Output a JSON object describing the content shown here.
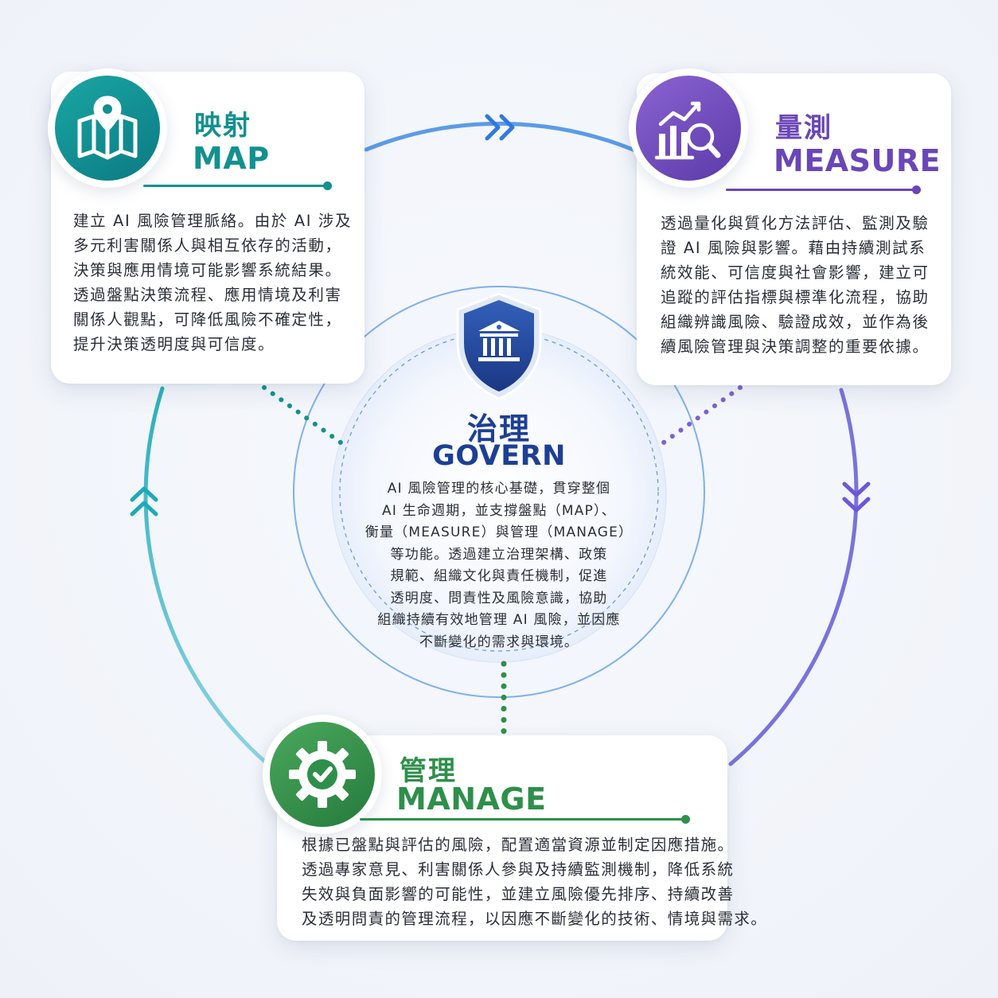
{
  "colors": {
    "map": "#12918f",
    "measure": "#6a46b8",
    "manage": "#2e8f4a",
    "govern": "#1d3f94",
    "ring_blue": "#4a8fe0"
  },
  "map": {
    "title_zh": "映射",
    "title_en": "MAP",
    "icon": "map-pin-icon",
    "lines": [
      "建立 AI 風險管理脈絡。由於 AI 涉及",
      "多元利害關係人與相互依存的活動，",
      "決策與應用情境可能影響系統結果。",
      "透過盤點決策流程、應用情境及利害",
      "關係人觀點，可降低風險不確定性，",
      "提升決策透明度與可信度。"
    ]
  },
  "measure": {
    "title_zh": "量測",
    "title_en": "MEASURE",
    "icon": "chart-magnifier-icon",
    "lines": [
      "透過量化與質化方法評估、監測及驗",
      "證 AI 風險與影響。藉由持續測試系",
      "統效能、可信度與社會影響，建立可",
      "追蹤的評估指標與標準化流程，協助",
      "組織辨識風險、驗證成效，並作為後",
      "續風險管理與決策調整的重要依據。"
    ]
  },
  "manage": {
    "title_zh": "管理",
    "title_en": "MANAGE",
    "icon": "gear-check-icon",
    "lines": [
      "根據已盤點與評估的風險，配置適當資源並制定因應措施。",
      "透過專家意見、利害關係人參與及持續監測機制，降低系統",
      "失效與負面影響的可能性，並建立風險優先排序、持續改善",
      "及透明問責的管理流程，以因應不斷變化的技術、情境與需求。"
    ]
  },
  "govern": {
    "title_zh": "治理",
    "title_en": "GOVERN",
    "icon": "shield-institution-icon",
    "lines": [
      "AI 風險管理的核心基礎，貫穿整個",
      "AI 生命週期，並支撐盤點（MAP）、",
      "衡量（MEASURE）與管理（MANAGE）",
      "等功能。透過建立治理架構、政策",
      "規範、組織文化與責任機制，促進",
      "透明度、問責性及風險意識，協助",
      "組織持續有效地管理 AI 風險，並因應",
      "不斷變化的需求與環境。"
    ]
  }
}
